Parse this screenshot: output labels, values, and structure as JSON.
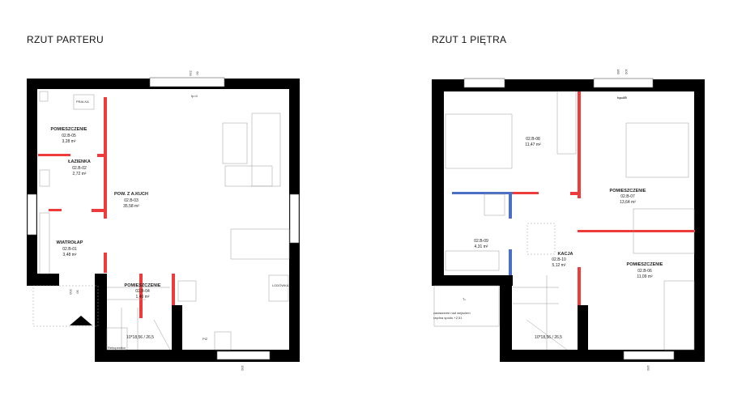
{
  "ground_floor": {
    "title": "RZUT PARTERU",
    "rooms": [
      {
        "name": "POMIESZCZENIE",
        "code": "02.B-05",
        "area": "3,28 m²"
      },
      {
        "name": "ŁAZIENKA",
        "code": "02.B-02",
        "area": "2,72 m²"
      },
      {
        "name": "POW. Z A.KUCH",
        "code": "02.B-03",
        "area": "35,58 m²"
      },
      {
        "name": "WIATROŁAP",
        "code": "02.B-01",
        "area": "3,48 m²"
      },
      {
        "name": "POMIESZCZENIE",
        "code": "02.B-04",
        "area": "1,40 m²"
      }
    ],
    "stairs": "10*18,56 / 26,5",
    "labels": {
      "pralka": "PRALKA",
      "rekuperator": "Rekuperator",
      "lodowka": "LODÓWKA",
      "piz": "PIZ",
      "fp": "fp=0",
      "win_top": "230",
      "win_top2": "60",
      "door": "200",
      "door2": "90",
      "win_bottom": "150"
    }
  },
  "first_floor": {
    "title": "RZUT 1 PIĘTRA",
    "rooms": [
      {
        "name": "",
        "code": "02.B-08",
        "area": "11,47 m²"
      },
      {
        "name": "POMIESZCZENIE",
        "code": "02.B-07",
        "area": "13,64 m²"
      },
      {
        "name": "",
        "code": "02.B-09",
        "area": "4,31 m²"
      },
      {
        "name": "KACJA",
        "code": "02.B-10",
        "area": "5,12 m²"
      },
      {
        "name": "POMIESZCZENIE",
        "code": "02.B-06",
        "area": "11,09 m²"
      }
    ],
    "stairs": "10*18,56 / 26,5",
    "labels": {
      "hp": "hp=85",
      "canopy1": "zadaszenie nad wejściem",
      "canopy2": "rzędna spodu +2,51",
      "slope": "2°",
      "win_top": "180",
      "win_top2": "100",
      "win_bottom": "150"
    }
  }
}
